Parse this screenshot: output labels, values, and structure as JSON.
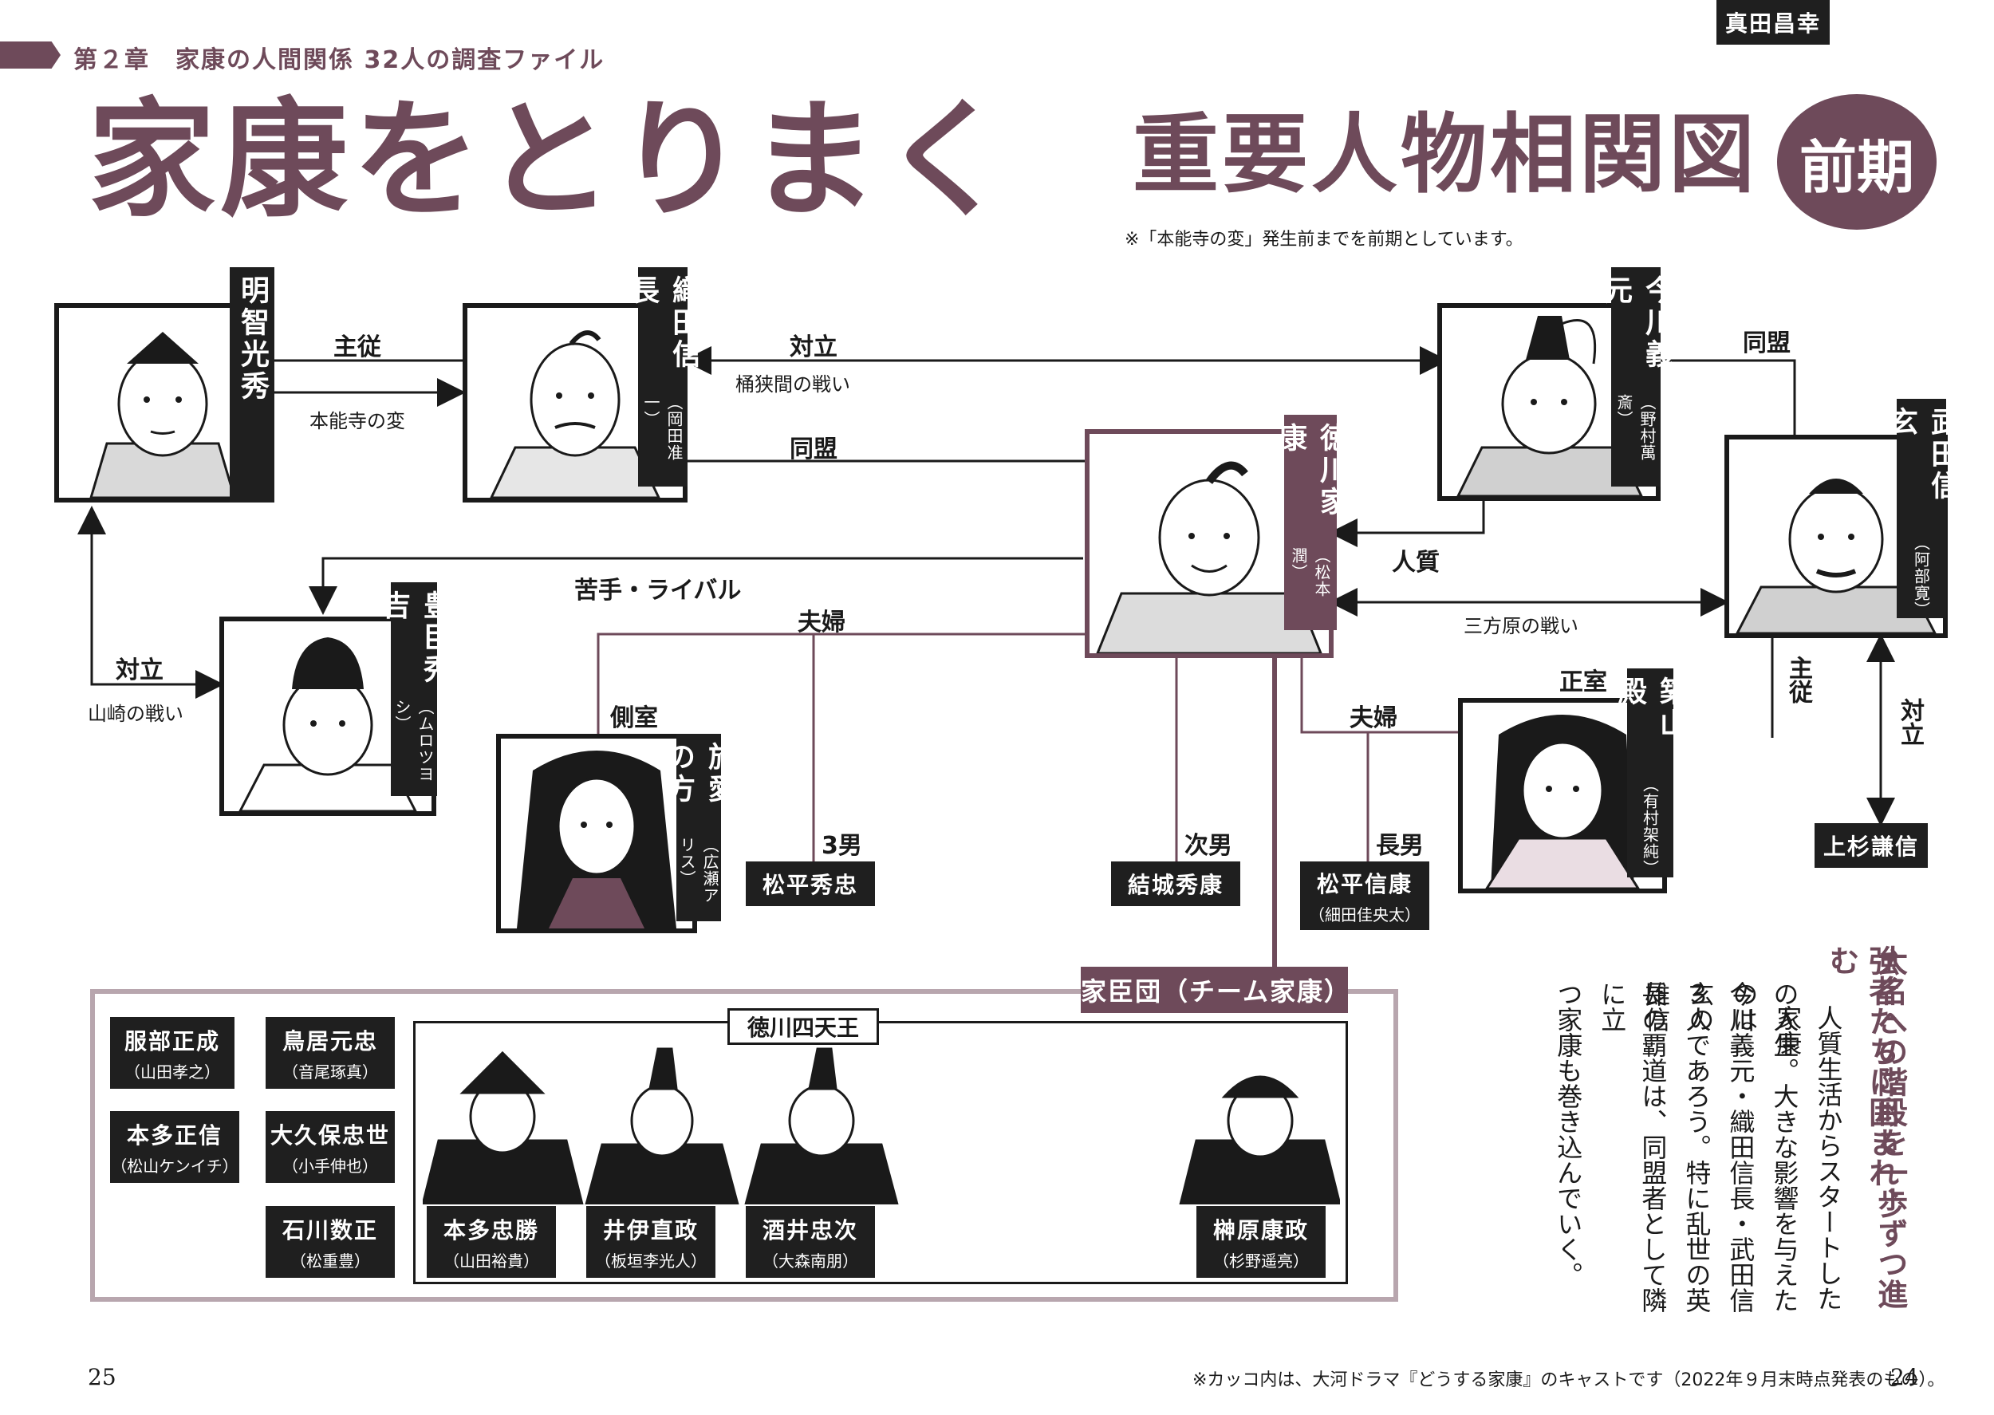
{
  "header": {
    "chapter": "第２章　家康の人間関係 32人の調査ファイル",
    "title_left": "家康をとりまく",
    "title_right": "重要人物相関図",
    "badge": "前期",
    "note": "※「本能寺の変」発生前までを前期としています。"
  },
  "portraits": {
    "mitsuhide": {
      "name": "明智光秀",
      "cast": ""
    },
    "nobunaga": {
      "name": "織田信長",
      "cast": "（岡田准一）"
    },
    "yoshimoto": {
      "name": "今川義元",
      "cast": "（野村萬斎）"
    },
    "shingen": {
      "name": "武田信玄",
      "cast": "（阿部寛）"
    },
    "ieyasu": {
      "name": "徳川家康",
      "cast": "（松本潤）"
    },
    "hideyoshi": {
      "name": "豊臣秀吉",
      "cast": "（ムロツヨシ）"
    },
    "oai": {
      "name": "於愛の方",
      "cast": "（広瀬アリス）"
    },
    "tsukiyama": {
      "name": "築山殿",
      "cast": "（有村架純）"
    }
  },
  "relations": {
    "shujuu": "主従",
    "honnoji": "本能寺の変",
    "tairitsu1": "対立",
    "okehazama": "桶狭間の戦い",
    "doumei1": "同盟",
    "doumei2": "同盟",
    "hitojichi": "人質",
    "mikatagahara": "三方原の戦い",
    "nigate": "苦手・ライバル",
    "tairitsu2": "対立",
    "yamazaki": "山崎の戦い",
    "fuufu1": "夫婦",
    "fuufu2": "夫婦",
    "sokushitsu": "側室",
    "seishitsu": "正室",
    "san_nan": "3男",
    "ji_nan": "次男",
    "chou_nan": "長男",
    "shujuu2": "主従",
    "tairitsu3": "対立"
  },
  "boxes": {
    "hidetada": {
      "name": "松平秀忠",
      "cast": ""
    },
    "hideyasu": {
      "name": "結城秀康",
      "cast": ""
    },
    "nobuyasu": {
      "name": "松平信康",
      "cast": "（細田佳央太）"
    },
    "masayuki": {
      "name": "真田昌幸",
      "cast": ""
    },
    "kenshin": {
      "name": "上杉謙信",
      "cast": ""
    }
  },
  "kashin": {
    "label": "家臣団（チーム家康）",
    "shitenno_label": "徳川四天王",
    "retainers": [
      {
        "name": "服部正成",
        "cast": "（山田孝之）"
      },
      {
        "name": "鳥居元忠",
        "cast": "（音尾琢真）"
      },
      {
        "name": "本多正信",
        "cast": "（松山ケンイチ）"
      },
      {
        "name": "大久保忠世",
        "cast": "（小手伸也）"
      },
      {
        "name": "石川数正",
        "cast": "（松重豊）"
      }
    ],
    "shitenno": [
      {
        "name": "本多忠勝",
        "cast": "（山田裕貴）"
      },
      {
        "name": "井伊直政",
        "cast": "（板垣李光人）"
      },
      {
        "name": "酒井忠次",
        "cast": "（大森南朋）"
      },
      {
        "name": "榊原康政",
        "cast": "（杉野遥亮）"
      }
    ]
  },
  "side": {
    "heading1": "強者たちに囲まれ、",
    "heading2": "大名への階段を一歩ずつ進む",
    "body": [
      "人質生活からスタートした家康",
      "の人生。大きな影響を与えたのは",
      "今川義元・織田信長・武田信玄の",
      "３人であろう。特に乱世の英雄信",
      "長の覇道は、同盟者として隣に立",
      "つ家康も巻き込んでいく。"
    ]
  },
  "footer": {
    "note": "※カッコ内は、大河ドラマ『どうする家康』のキャストです（2022年９月末時点発表のもの）。",
    "page_left": "25",
    "page_right": "24"
  },
  "colors": {
    "accent": "#6e4a5a",
    "light_accent": "#b8a6ae",
    "dark": "#1f1f1f"
  }
}
